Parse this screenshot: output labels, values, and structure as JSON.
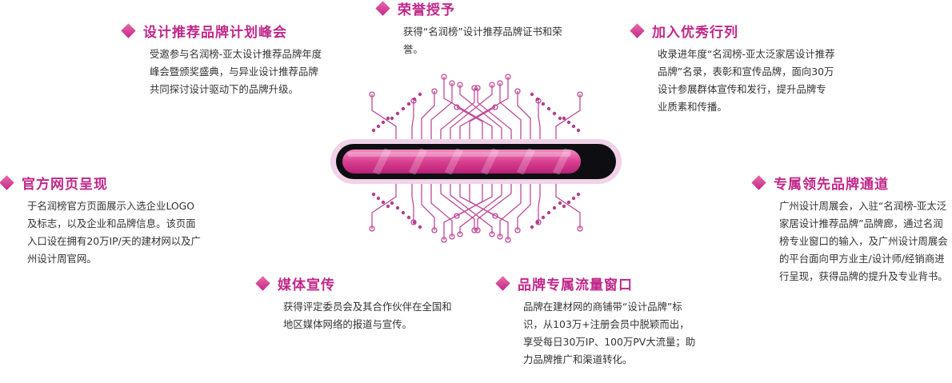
{
  "features": [
    {
      "id": "summit",
      "title": "设计推荐品牌计划峰会",
      "text": "受邀参与名润榜-亚太设计推荐品牌年度峰会暨颁奖盛典，与异业设计推荐品牌共同探讨设计驱动下的品牌升级。"
    },
    {
      "id": "honor",
      "title": "荣誉授予",
      "text": "获得“名润榜”设计推荐品牌证书和荣誉。"
    },
    {
      "id": "ranking",
      "title": "加入优秀行列",
      "text": "收录进年度“名润榜-亚太泛家居设计推荐品牌”名录，表彰和宣传品牌，面向30万设计参展群体宣传和发行，提升品牌专业质素和传播。"
    },
    {
      "id": "website",
      "title": "官方网页呈现",
      "text": "于名润榜官方页面展示入选企业LOGO及标志，以及企业和品牌信息。该页面入口设在拥有20万IP/天的建材网以及广州设计周官网。"
    },
    {
      "id": "channel",
      "title": "专属领先品牌通道",
      "text": "广州设计周展会，入驻“名润榜-亚太泛家居设计推荐品牌”品牌廊，通过名润榜专业窗口的输入，及广州设计周展会的平台面向甲方业主/设计师/经销商进行呈现，获得品牌的提升及专业背书。"
    },
    {
      "id": "media",
      "title": "媒体宣传",
      "text": "获得评定委员会及其合作伙伴在全国和地区媒体网络的报道与宣传。"
    },
    {
      "id": "traffic",
      "title": "品牌专属流量窗口",
      "text": "品牌在建材网的商铺带“设计品牌”标识，从103万+注册会员中脱颖而出，享受每日30万IP、100万PV大流量；助力品牌推广和渠道转化。"
    }
  ],
  "colors": {
    "accent": "#c0278a",
    "circuit": "#c04a9a",
    "bar": "#e0559e"
  }
}
